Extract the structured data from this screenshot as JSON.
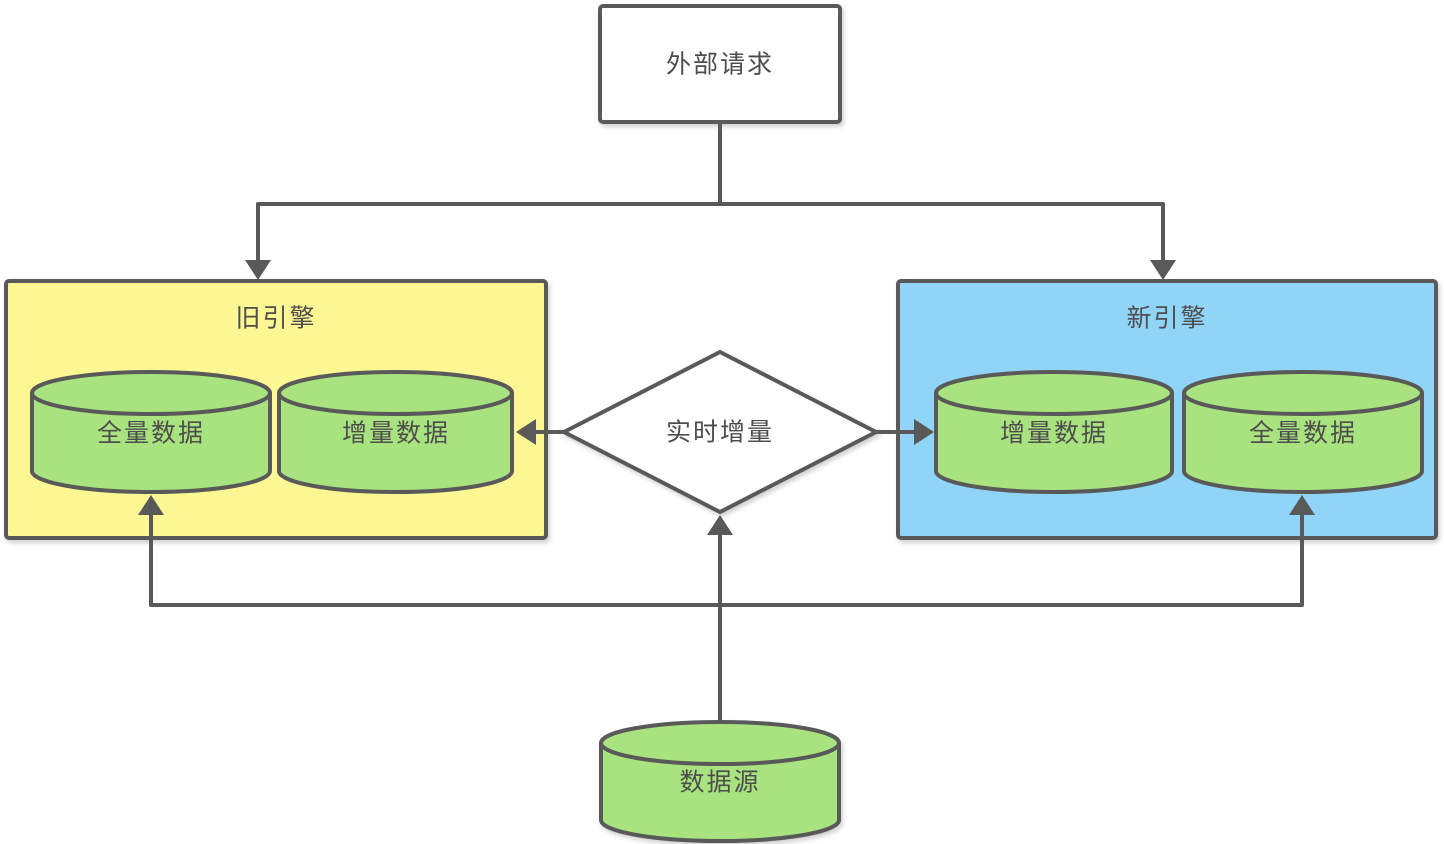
{
  "diagram": {
    "type": "flowchart",
    "nodes": {
      "external_request": {
        "label": "外部请求",
        "shape": "rectangle"
      },
      "old_engine": {
        "label": "旧引擎",
        "shape": "container",
        "full_data": {
          "label": "全量数据",
          "shape": "cylinder"
        },
        "incremental_data": {
          "label": "增量数据",
          "shape": "cylinder"
        }
      },
      "new_engine": {
        "label": "新引擎",
        "shape": "container",
        "incremental_data": {
          "label": "增量数据",
          "shape": "cylinder"
        },
        "full_data": {
          "label": "全量数据",
          "shape": "cylinder"
        }
      },
      "realtime_increment": {
        "label": "实时增量",
        "shape": "diamond"
      },
      "data_source": {
        "label": "数据源",
        "shape": "cylinder"
      }
    },
    "edges": [
      {
        "from": "external_request",
        "to": "old_engine"
      },
      {
        "from": "external_request",
        "to": "new_engine"
      },
      {
        "from": "realtime_increment",
        "to": "old_engine.incremental_data"
      },
      {
        "from": "realtime_increment",
        "to": "new_engine.incremental_data"
      },
      {
        "from": "data_source",
        "to": "realtime_increment"
      },
      {
        "from": "data_source",
        "to": "old_engine.full_data"
      },
      {
        "from": "data_source",
        "to": "new_engine.full_data"
      }
    ]
  },
  "colors": {
    "background": "#FFFFFF",
    "stroke": "#595959",
    "text": "#4D4D4D",
    "request_fill": "#FFFFFF",
    "old_engine_fill": "#FCF792",
    "new_engine_fill": "#90D4F8",
    "cylinder_fill": "#A9E37F",
    "diamond_fill": "#FFFFFF"
  }
}
